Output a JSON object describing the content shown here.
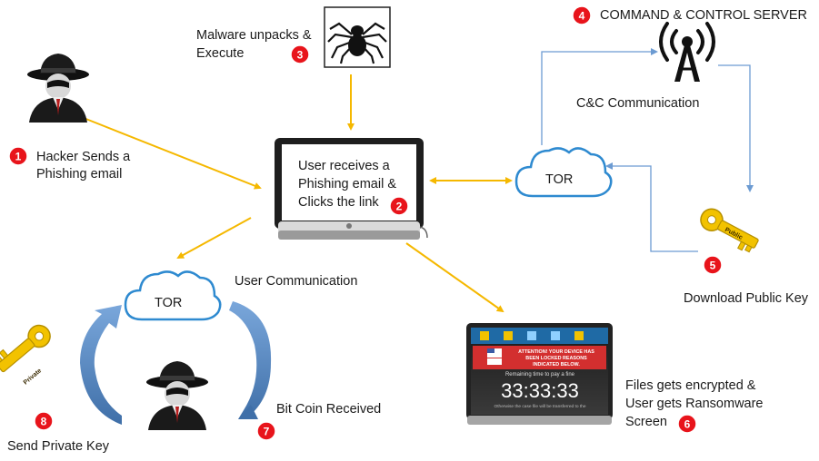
{
  "colors": {
    "flow_arrow": "#f5b800",
    "cc_line": "#6c9bd2",
    "cloud_stroke": "#2e8ad0",
    "badge": "#e8141b",
    "key": "#f2c200",
    "ransom_red": "#d32f2f",
    "ransom_blue": "#1f6aa5"
  },
  "badges": {
    "b1": "1",
    "b2": "2",
    "b3": "3",
    "b4": "4",
    "b5": "5",
    "b6": "6",
    "b7": "7",
    "b8": "8"
  },
  "labels": {
    "hacker_line1": "Hacker Sends a",
    "hacker_line2": "Phishing email",
    "malware_line1": "Malware unpacks &",
    "malware_line2": "Execute",
    "cc_server": "COMMAND & CONTROL SERVER",
    "cc_comm": "C&C Communication",
    "user_line1": "User receives  a",
    "user_line2": "Phishing email &",
    "user_line3": "Clicks the link",
    "tor_right": "TOR",
    "tor_left": "TOR",
    "user_comm": "User Communication",
    "download_key": "Download Public Key",
    "files_line1": "Files gets encrypted &",
    "files_line2": "User gets Ransomware",
    "files_line3": "Screen",
    "bitcoin": "Bit Coin Received",
    "send_key": "Send Private Key",
    "public_tag": "Public",
    "private_tag": "Private"
  },
  "ransom_screen": {
    "attention_line1": "ATTENTION! YOUR DEVICE HAS",
    "attention_line2": "BEEN LOCKED REASONS",
    "attention_line3": "INDICATED BELOW.",
    "remaining": "Remaining time to pay a fine",
    "timer": "33:33:33",
    "footer": "Otherwise the case file will be transferred to the"
  },
  "icons": {
    "hacker_top": "hacker-icon",
    "hacker_bottom": "hacker-icon",
    "spider": "spider-icon",
    "tower": "antenna-tower-icon",
    "monitor": "monitor-icon",
    "laptop": "laptop-icon",
    "public_key": "key-icon",
    "private_key": "key-icon",
    "cloud": "cloud-icon"
  }
}
